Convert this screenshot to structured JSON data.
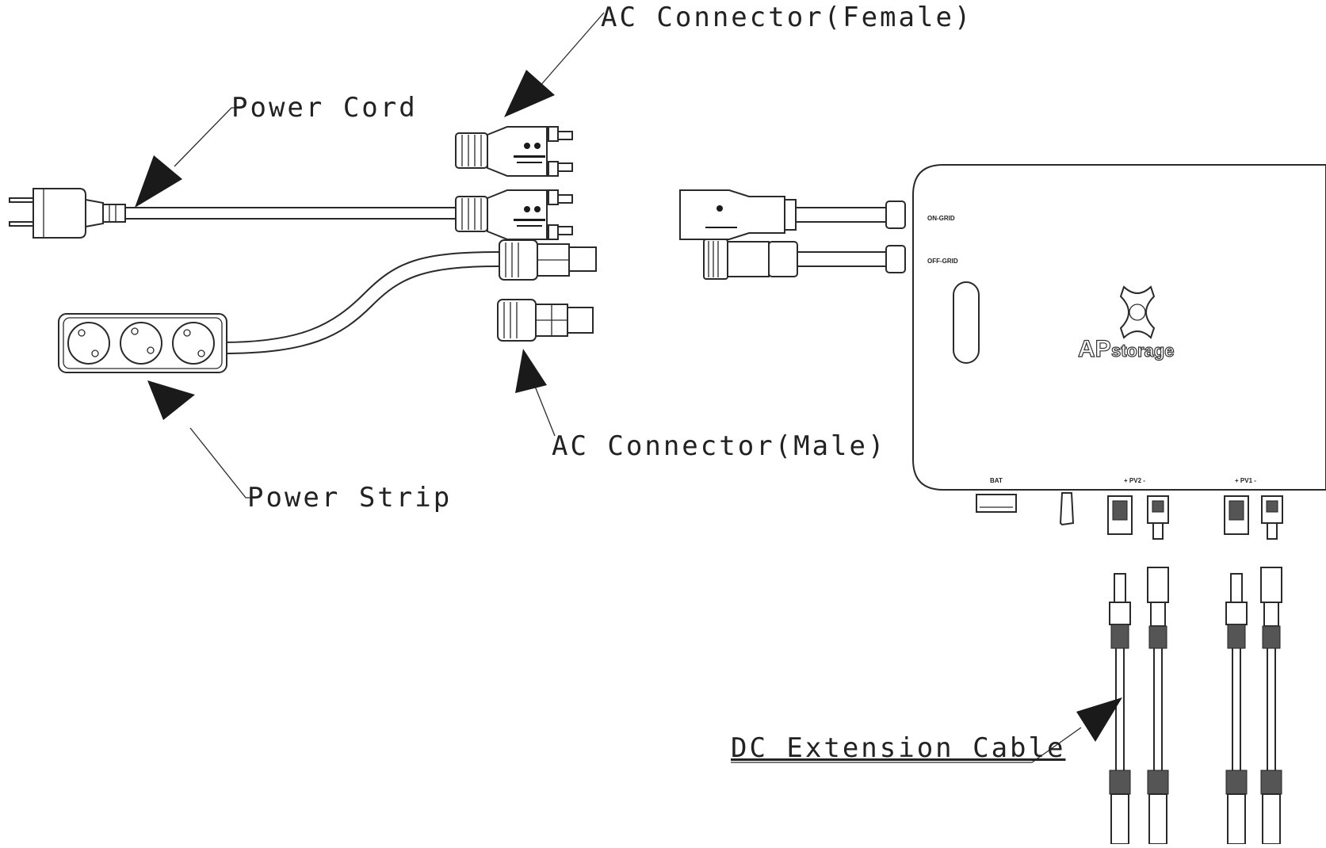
{
  "labels": {
    "ac_female": "AC Connector(Female)",
    "power_cord": "Power Cord",
    "ac_male": "AC Connector(Male)",
    "power_strip": "Power Strip",
    "dc_extension": "DC Extension Cable"
  },
  "device": {
    "brand_ap": "AP",
    "brand_storage": "storage",
    "port_on_grid": "ON-GRID",
    "port_off_grid": "OFF-GRID",
    "port_bat": "BAT",
    "port_pv2": "+ PV2 -",
    "port_pv1": "+ PV1 -"
  }
}
